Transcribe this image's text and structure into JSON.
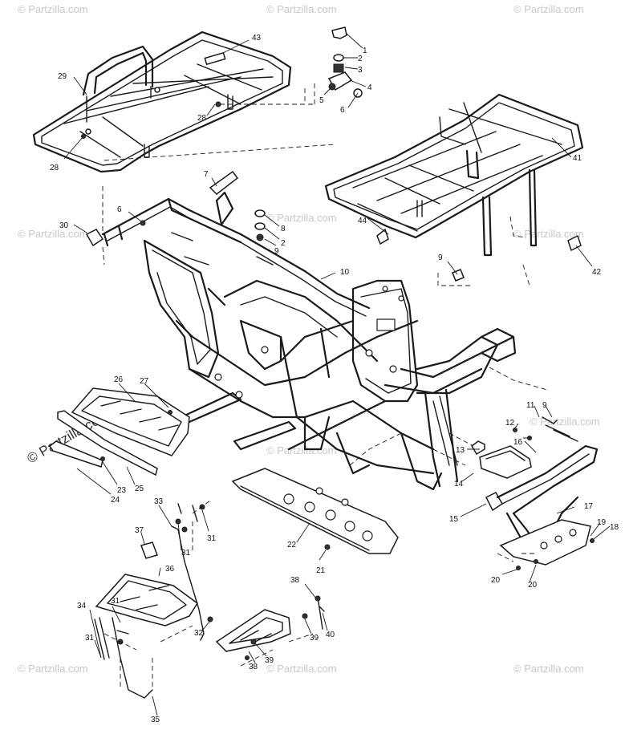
{
  "watermarks": {
    "brand": "© Partzilla.com",
    "side": "© Partzilla.com"
  },
  "callouts": [
    {
      "id": "c1",
      "label": "1"
    },
    {
      "id": "c2",
      "label": "2"
    },
    {
      "id": "c3",
      "label": "3"
    },
    {
      "id": "c4",
      "label": "4"
    },
    {
      "id": "c5",
      "label": "5"
    },
    {
      "id": "c6a",
      "label": "6"
    },
    {
      "id": "c6b",
      "label": "6"
    },
    {
      "id": "c7",
      "label": "7"
    },
    {
      "id": "c8",
      "label": "8"
    },
    {
      "id": "c2b",
      "label": "2"
    },
    {
      "id": "c9a",
      "label": "9"
    },
    {
      "id": "c9b",
      "label": "9"
    },
    {
      "id": "c9c",
      "label": "9"
    },
    {
      "id": "c10",
      "label": "10"
    },
    {
      "id": "c11",
      "label": "11"
    },
    {
      "id": "c12",
      "label": "12"
    },
    {
      "id": "c13",
      "label": "13"
    },
    {
      "id": "c14",
      "label": "14"
    },
    {
      "id": "c15",
      "label": "15"
    },
    {
      "id": "c16",
      "label": "16"
    },
    {
      "id": "c17",
      "label": "17"
    },
    {
      "id": "c18",
      "label": "18"
    },
    {
      "id": "c19",
      "label": "19"
    },
    {
      "id": "c20a",
      "label": "20"
    },
    {
      "id": "c20b",
      "label": "20"
    },
    {
      "id": "c21",
      "label": "21"
    },
    {
      "id": "c22",
      "label": "22"
    },
    {
      "id": "c23",
      "label": "23"
    },
    {
      "id": "c24",
      "label": "24"
    },
    {
      "id": "c25",
      "label": "25"
    },
    {
      "id": "c26",
      "label": "26"
    },
    {
      "id": "c27",
      "label": "27"
    },
    {
      "id": "c28a",
      "label": "28"
    },
    {
      "id": "c28b",
      "label": "28"
    },
    {
      "id": "c29",
      "label": "29"
    },
    {
      "id": "c30",
      "label": "30"
    },
    {
      "id": "c31a",
      "label": "31"
    },
    {
      "id": "c31b",
      "label": "31"
    },
    {
      "id": "c31c",
      "label": "31"
    },
    {
      "id": "c31d",
      "label": "31"
    },
    {
      "id": "c32",
      "label": "32"
    },
    {
      "id": "c33",
      "label": "33"
    },
    {
      "id": "c34",
      "label": "34"
    },
    {
      "id": "c35",
      "label": "35"
    },
    {
      "id": "c36",
      "label": "36"
    },
    {
      "id": "c37",
      "label": "37"
    },
    {
      "id": "c38a",
      "label": "38"
    },
    {
      "id": "c38b",
      "label": "38"
    },
    {
      "id": "c39a",
      "label": "39"
    },
    {
      "id": "c39b",
      "label": "39"
    },
    {
      "id": "c40",
      "label": "40"
    },
    {
      "id": "c41",
      "label": "41"
    },
    {
      "id": "c42",
      "label": "42"
    },
    {
      "id": "c43",
      "label": "43"
    },
    {
      "id": "c44",
      "label": "44"
    }
  ]
}
